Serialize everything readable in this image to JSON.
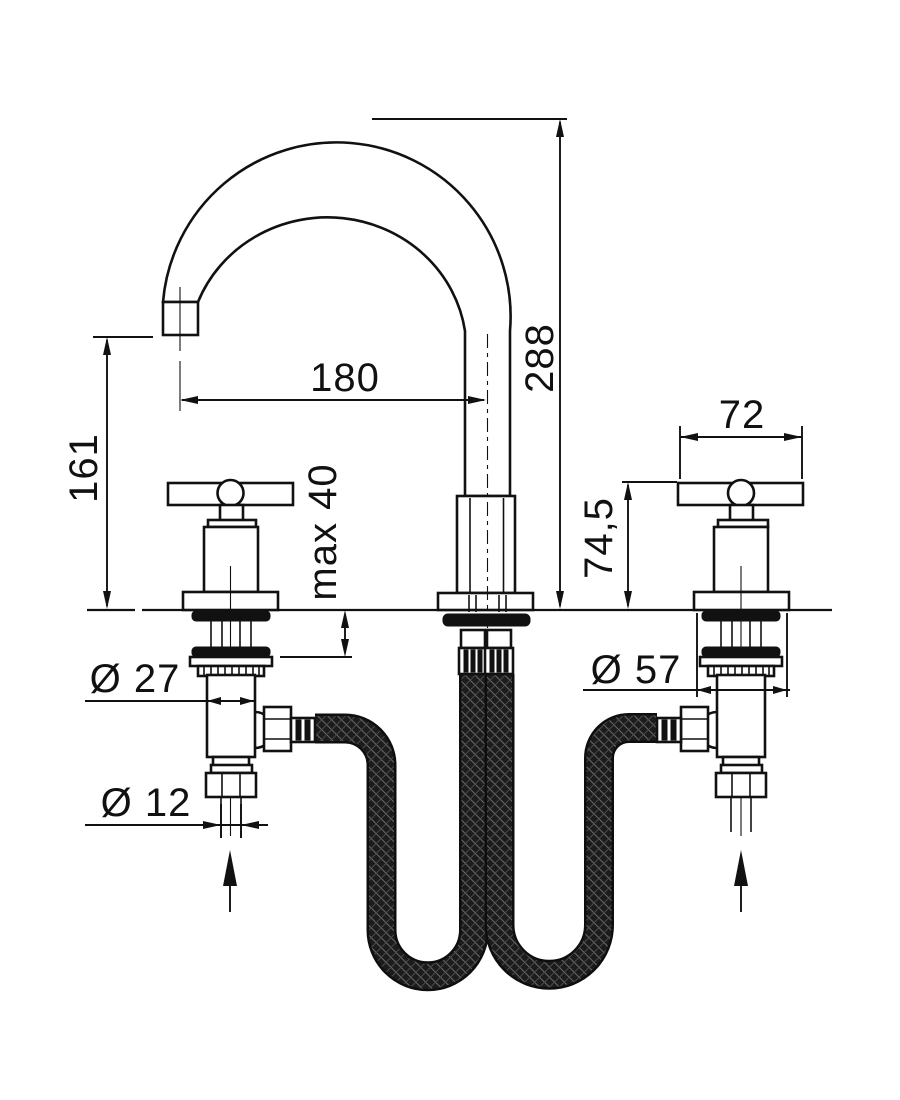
{
  "drawing_title": "basin-mixer-technical-drawing",
  "labels": {
    "spout_reach": "180",
    "total_height": "288",
    "spout_outlet_height": "161",
    "max_deck_thickness": "max 40",
    "handle_width": "72",
    "handle_height": "74,5",
    "valve_body_diameter": "Ø 27",
    "base_flange_diameter": "Ø 57",
    "inlet_pipe_diameter": "Ø 12"
  },
  "colors": {
    "line": "#111111",
    "background": "#ffffff",
    "hose": "#1c1c1c"
  }
}
